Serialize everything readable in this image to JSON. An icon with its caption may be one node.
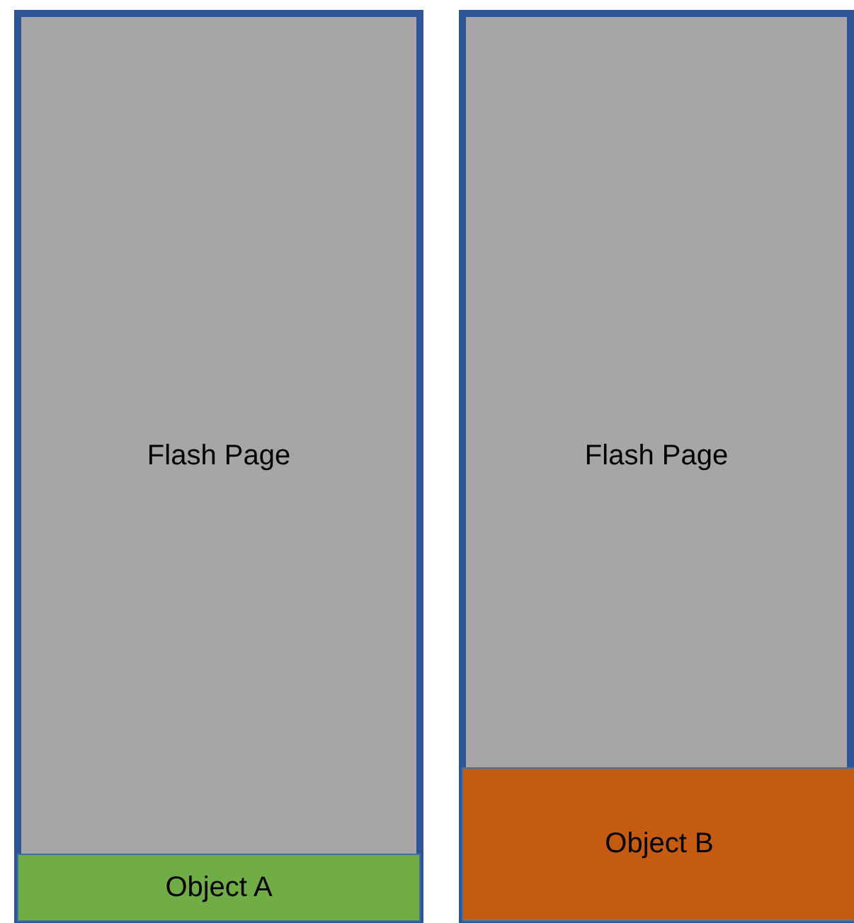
{
  "diagram": {
    "nodes": [
      {
        "text": [
          "Flash Page"
        ]
      },
      {
        "text": [
          "Object A"
        ],
        "in": 0
      },
      {
        "text": [
          "Flash Page"
        ]
      },
      {
        "text": [
          "Object B"
        ],
        "in": 2
      }
    ]
  }
}
